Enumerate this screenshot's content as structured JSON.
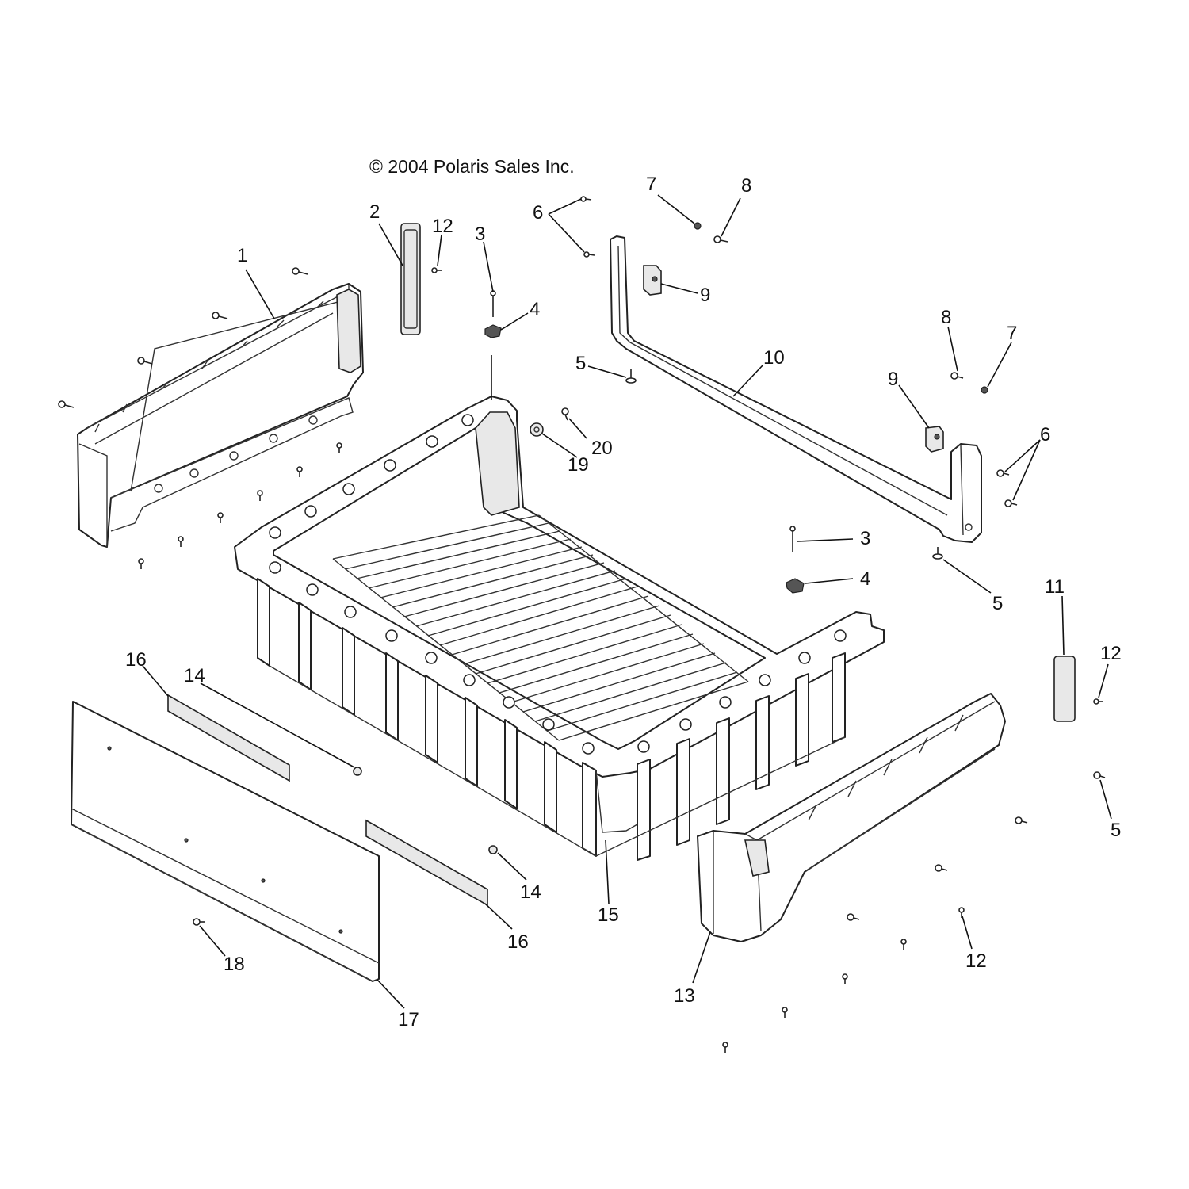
{
  "copyright": "© 2004 Polaris Sales Inc.",
  "callouts": [
    {
      "id": "1",
      "text": "1"
    },
    {
      "id": "2",
      "text": "2"
    },
    {
      "id": "3a",
      "text": "3"
    },
    {
      "id": "3b",
      "text": "3"
    },
    {
      "id": "4a",
      "text": "4"
    },
    {
      "id": "4b",
      "text": "4"
    },
    {
      "id": "5a",
      "text": "5"
    },
    {
      "id": "5b",
      "text": "5"
    },
    {
      "id": "5c",
      "text": "5"
    },
    {
      "id": "6a",
      "text": "6"
    },
    {
      "id": "6b",
      "text": "6"
    },
    {
      "id": "7a",
      "text": "7"
    },
    {
      "id": "7b",
      "text": "7"
    },
    {
      "id": "8a",
      "text": "8"
    },
    {
      "id": "8b",
      "text": "8"
    },
    {
      "id": "9a",
      "text": "9"
    },
    {
      "id": "9b",
      "text": "9"
    },
    {
      "id": "10",
      "text": "10"
    },
    {
      "id": "11",
      "text": "11"
    },
    {
      "id": "12a",
      "text": "12"
    },
    {
      "id": "12b",
      "text": "12"
    },
    {
      "id": "12c",
      "text": "12"
    },
    {
      "id": "13",
      "text": "13"
    },
    {
      "id": "14a",
      "text": "14"
    },
    {
      "id": "14b",
      "text": "14"
    },
    {
      "id": "15",
      "text": "15"
    },
    {
      "id": "16a",
      "text": "16"
    },
    {
      "id": "16b",
      "text": "16"
    },
    {
      "id": "17",
      "text": "17"
    },
    {
      "id": "18",
      "text": "18"
    },
    {
      "id": "19",
      "text": "19"
    },
    {
      "id": "20",
      "text": "20"
    }
  ]
}
